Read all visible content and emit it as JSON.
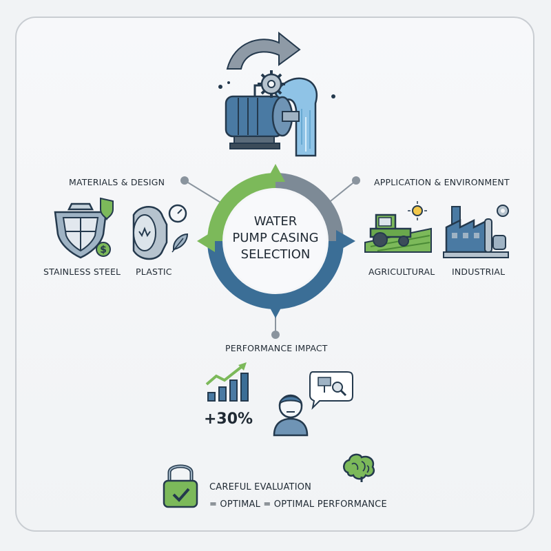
{
  "center": {
    "line1": "WATER",
    "line2": "PUMP CASING",
    "line3": "SELECTION"
  },
  "branches": {
    "materials": {
      "title": "MATERIALS & DESIGN",
      "items": [
        "STAINLESS STEEL",
        "PLASTIC"
      ]
    },
    "application": {
      "title": "APPLICATION & ENVIRONMENT",
      "items": [
        "AGRICULTURAL",
        "INDUSTRIAL"
      ]
    },
    "performance": {
      "title": "PERFORMANCE IMPACT",
      "stat": "+30%"
    }
  },
  "footer": {
    "line1": "CAREFUL EVALUATION",
    "line2": "= OPTIMAL = OPTIMAL PERFORMANCE"
  },
  "colors": {
    "green": "#7cb95a",
    "gray": "#7d8a96",
    "blue": "#3b6e96",
    "dark": "#24394d",
    "water": "#8fc3e6"
  }
}
